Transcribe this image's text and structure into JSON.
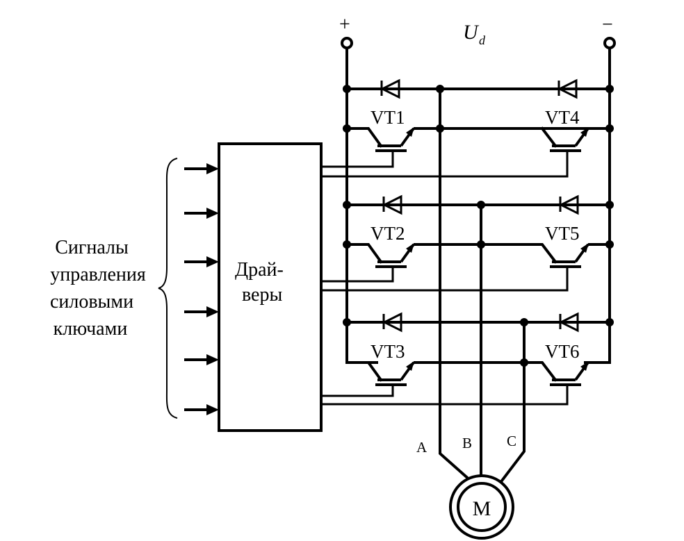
{
  "supply": {
    "plus": "+",
    "minus": "−",
    "voltage_main": "U",
    "voltage_sub": "d"
  },
  "signals_label": [
    "Сигналы",
    "управления",
    "силовыми",
    "ключами"
  ],
  "driver_label": [
    "Драй-",
    "веры"
  ],
  "transistors": [
    {
      "id": "VT1",
      "leg": 1,
      "side": "left"
    },
    {
      "id": "VT2",
      "leg": 2,
      "side": "left"
    },
    {
      "id": "VT3",
      "leg": 3,
      "side": "left"
    },
    {
      "id": "VT4",
      "leg": 1,
      "side": "right"
    },
    {
      "id": "VT5",
      "leg": 2,
      "side": "right"
    },
    {
      "id": "VT6",
      "leg": 3,
      "side": "right"
    }
  ],
  "phases": [
    "A",
    "B",
    "C"
  ],
  "motor_label": "M",
  "input_count": 6
}
